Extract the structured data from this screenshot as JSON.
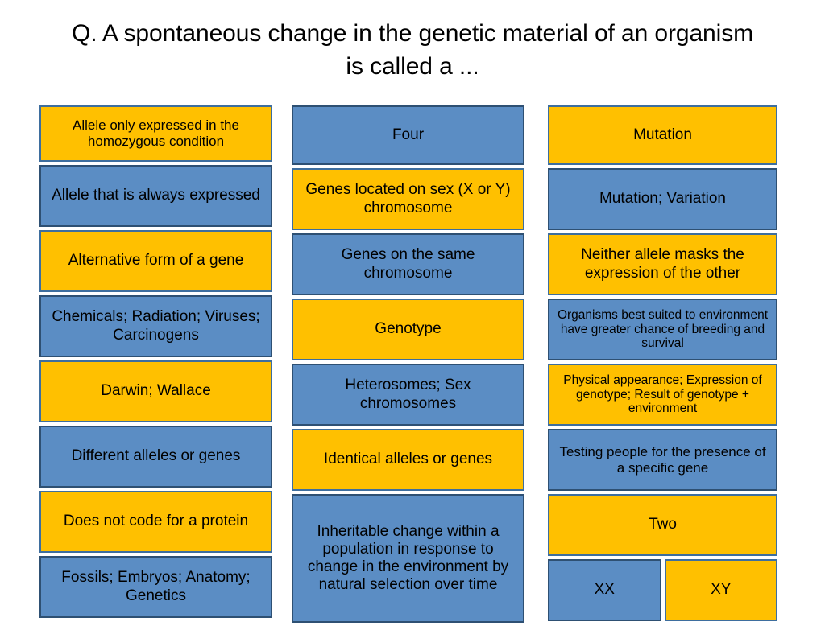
{
  "slide": {
    "title": "Q. A spontaneous change in the genetic material of an organism is called a ...",
    "title_line_1": "Q. A spontaneous change in the genetic material of an organism",
    "title_line_2": "is called a ..."
  },
  "colors": {
    "yellow": "#FFC000",
    "blue": "#5B8DC4",
    "yellow_border": "#3E6E9E",
    "blue_border": "#2E5073",
    "text": "#000000",
    "background": "#FFFFFF"
  },
  "columns": [
    {
      "id": "column-1",
      "cards": [
        {
          "text": "Allele only expressed in the homozygous condition",
          "color": "yellow"
        },
        {
          "text": "Allele that is always expressed",
          "color": "blue"
        },
        {
          "text": "Alternative form of a gene",
          "color": "yellow"
        },
        {
          "text": "Chemicals; Radiation; Viruses; Carcinogens",
          "color": "blue"
        },
        {
          "text": "Darwin; Wallace",
          "color": "yellow"
        },
        {
          "text": "Different alleles or genes",
          "color": "blue"
        },
        {
          "text": "Does not code for a protein",
          "color": "yellow"
        },
        {
          "text": "Fossils; Embryos; Anatomy; Genetics",
          "color": "blue"
        }
      ]
    },
    {
      "id": "column-2",
      "cards": [
        {
          "text": "Four",
          "color": "blue"
        },
        {
          "text": "Genes located on sex (X or Y) chromosome",
          "color": "yellow"
        },
        {
          "text": "Genes on the same chromosome",
          "color": "blue"
        },
        {
          "text": "Genotype",
          "color": "yellow"
        },
        {
          "text": "Heterosomes; Sex chromosomes",
          "color": "blue"
        },
        {
          "text": "Identical alleles or genes",
          "color": "yellow"
        },
        {
          "text": "Inheritable change within a population in response to change in the environment by natural selection over time",
          "color": "blue"
        }
      ]
    },
    {
      "id": "column-3",
      "cards": [
        {
          "text": "Mutation",
          "color": "yellow"
        },
        {
          "text": "Mutation; Variation",
          "color": "blue"
        },
        {
          "text": "Neither allele masks the expression of the other",
          "color": "yellow"
        },
        {
          "text": "Organisms best suited to environment have greater chance of breeding and survival",
          "color": "blue"
        },
        {
          "text": "Physical appearance; Expression of genotype; Result of genotype + environment",
          "color": "yellow"
        },
        {
          "text": "Testing people for the presence of a specific gene",
          "color": "blue"
        },
        {
          "text": "Two",
          "color": "yellow"
        }
      ],
      "split_row": [
        {
          "text": "XX",
          "color": "blue"
        },
        {
          "text": "XY",
          "color": "yellow"
        }
      ]
    }
  ]
}
